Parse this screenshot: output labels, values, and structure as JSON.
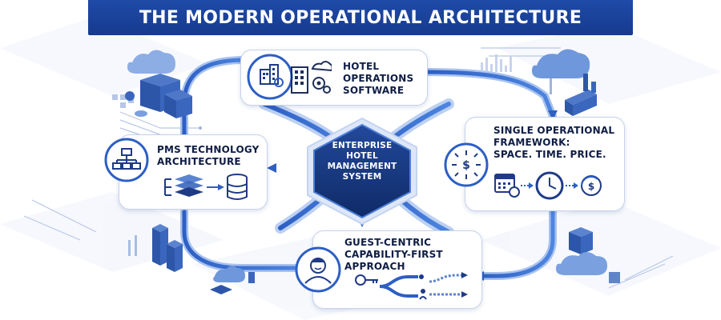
{
  "header": {
    "title": "THE MODERN OPERATIONAL ARCHITECTURE"
  },
  "center": {
    "lines": [
      "ENTERPRISE",
      "HOTEL",
      "MANAGEMENT",
      "SYSTEM"
    ]
  },
  "cards": {
    "hotel_ops": {
      "lines": [
        "HOTEL",
        "OPERATIONS",
        "SOFTWARE"
      ]
    },
    "pms": {
      "lines": [
        "PMS TECHNOLOGY",
        "ARCHITECTURE"
      ]
    },
    "framework": {
      "lines": [
        "SINGLE OPERATIONAL",
        "FRAMEWORK:",
        "SPACE. TIME. PRICE."
      ]
    },
    "guest": {
      "lines": [
        "GUEST-CENTRIC",
        "CAPABILITY-FIRST",
        "APPROACH"
      ]
    }
  },
  "icons": [
    "buildings-gear-icon",
    "server-cloud-icon",
    "org-chart-icon",
    "layers-to-database-icon",
    "dollar-network-icon",
    "calendar-clock-dollar-icon",
    "guest-avatar-icon",
    "key-branch-arrows-icon",
    "city-building-icon",
    "cloud-skyline-icon"
  ],
  "colors": {
    "primary": "#1f4aa8",
    "navy": "#0f1d45",
    "accent": "#3c73d6",
    "light": "#dbe5f7"
  }
}
